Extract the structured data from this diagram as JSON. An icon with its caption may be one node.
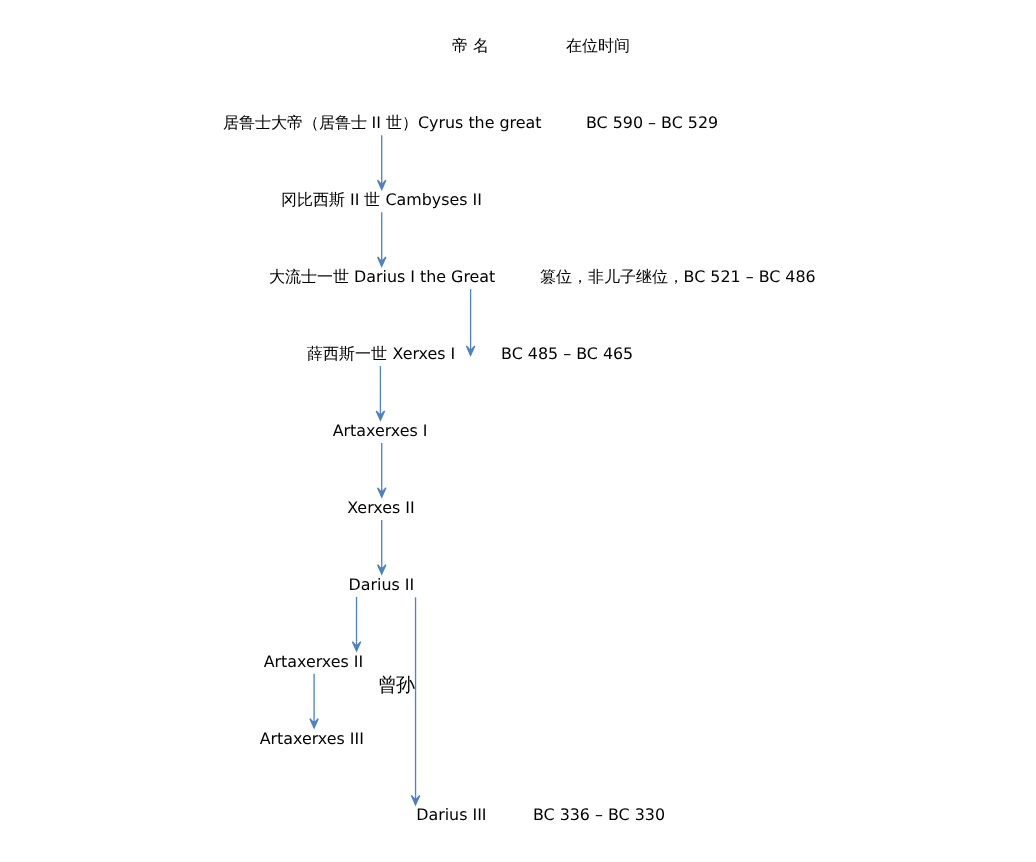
{
  "diagram": {
    "nodes": [
      {
        "text": [
          "居鲁士大帝（居鲁士 II 世）Cyrus the great"
        ],
        "beside": [
          "BC 590 – BC 529"
        ]
      },
      {
        "text": [
          "冈比西斯 II 世 Cambyses II"
        ]
      },
      {
        "text": [
          "大流士一世 Darius I the Great"
        ],
        "beside": [
          "篡位，非儿子继位，BC 521 – BC 486"
        ]
      },
      {
        "text": [
          "薛西斯一世 Xerxes I"
        ],
        "beside": [
          "BC 485 – BC 465"
        ]
      },
      {
        "text": [
          "Artaxerxes I"
        ]
      },
      {
        "text": [
          "Xerxes II"
        ]
      },
      {
        "text": [
          "Darius II"
        ]
      },
      {
        "text": [
          "Artaxerxes II"
        ]
      },
      {
        "text": [
          "Artaxerxes III"
        ]
      },
      {
        "text": [
          "Darius III"
        ],
        "beside": [
          "BC 336 – BC 330"
        ]
      }
    ],
    "edges": [
      {
        "from": 0,
        "to": 1,
        "arrow": "to"
      },
      {
        "from": 1,
        "to": 2,
        "arrow": "to"
      },
      {
        "from": 2,
        "to": 3,
        "arrow": "to"
      },
      {
        "from": 3,
        "to": 4,
        "arrow": "to"
      },
      {
        "from": 4,
        "to": 5,
        "arrow": "to"
      },
      {
        "from": 5,
        "to": 6,
        "arrow": "to"
      },
      {
        "from": 6,
        "to": 7,
        "arrow": "to"
      },
      {
        "from": 7,
        "to": 8,
        "arrow": "to"
      },
      {
        "from": 6,
        "to": 9,
        "arrow": "to",
        "label": "曾孙"
      }
    ],
    "labels": [
      "帝 名",
      "在位时间"
    ]
  }
}
